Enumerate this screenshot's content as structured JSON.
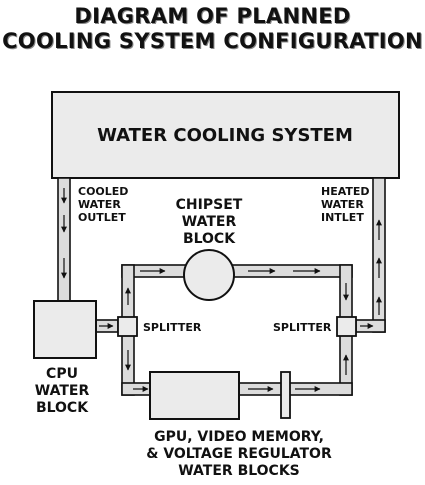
{
  "title": {
    "line1": "DIAGRAM OF PLANNED",
    "line2": "COOLING SYSTEM CONFIGURATION"
  },
  "system": "WATER COOLING SYSTEM",
  "outlet": [
    "COOLED",
    "WATER",
    "OUTLET"
  ],
  "inlet": [
    "HEATED",
    "WATER",
    "INTLET"
  ],
  "chipset": [
    "CHIPSET",
    "WATER",
    "BLOCK"
  ],
  "cpu": [
    "CPU",
    "WATER",
    "BLOCK"
  ],
  "splitter_left": "SPLITTER",
  "splitter_right": "SPLITTER",
  "gpu": [
    "GPU, VIDEO MEMORY,",
    "& VOLTAGE REGULATOR",
    "WATER BLOCKS"
  ],
  "colors": {
    "box_fill": "#ebebeb",
    "tube_fill": "#dcdcdc",
    "outline": "#111111",
    "title_bg": "#ffffff"
  }
}
